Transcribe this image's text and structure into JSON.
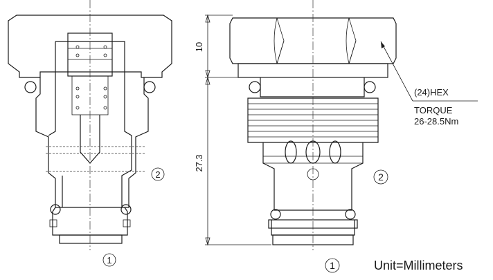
{
  "dimensions": {
    "hex_height": "10",
    "body_length": "27.3"
  },
  "callout": {
    "hex": "(24)HEX",
    "torque_label": "TORQUE",
    "torque_value": "26-28.5Nm"
  },
  "ports": {
    "port1": "1",
    "port2": "2"
  },
  "unit_note": "Unit=Millimeters"
}
